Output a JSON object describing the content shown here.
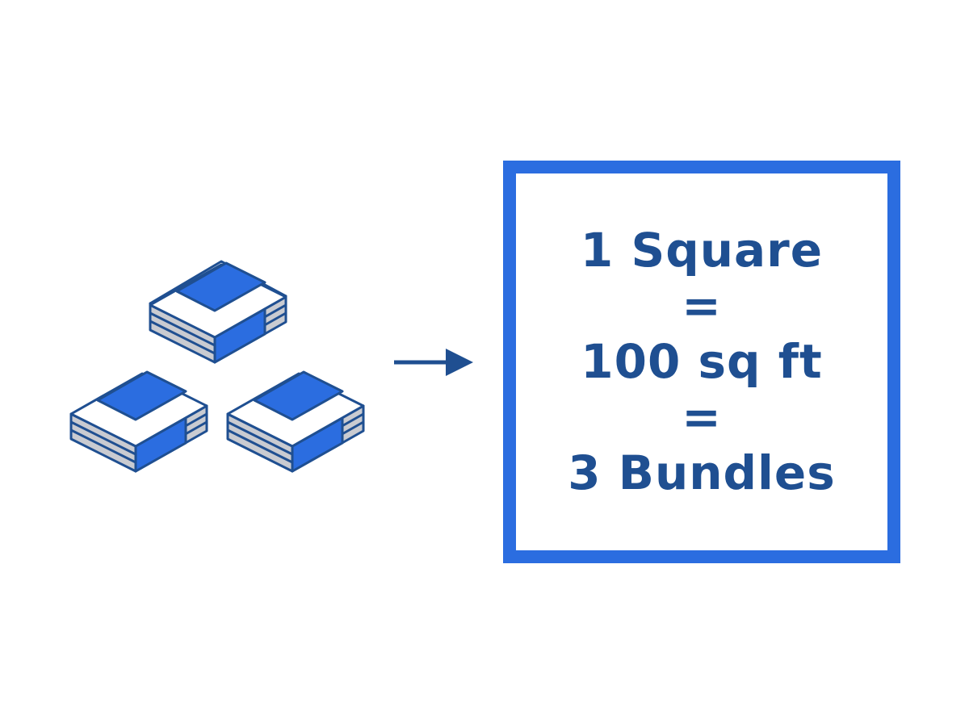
{
  "colors": {
    "box_border": "#2b6de0",
    "text": "#1f4f91",
    "bundle_band": "#2b6de0",
    "bundle_outline": "#1f4f91",
    "bundle_wrapper": "#ffffff",
    "bundle_layers": "#c9cbd1",
    "arrow": "#1f4f91"
  },
  "icons": {
    "bundles": [
      "shingle-bundle-icon",
      "shingle-bundle-icon",
      "shingle-bundle-icon"
    ],
    "arrow": "arrow-right-icon"
  },
  "equation": {
    "line1": "1 Square",
    "eq1": "=",
    "line2": "100 sq ft",
    "eq2": "=",
    "line3": "3 Bundles"
  }
}
